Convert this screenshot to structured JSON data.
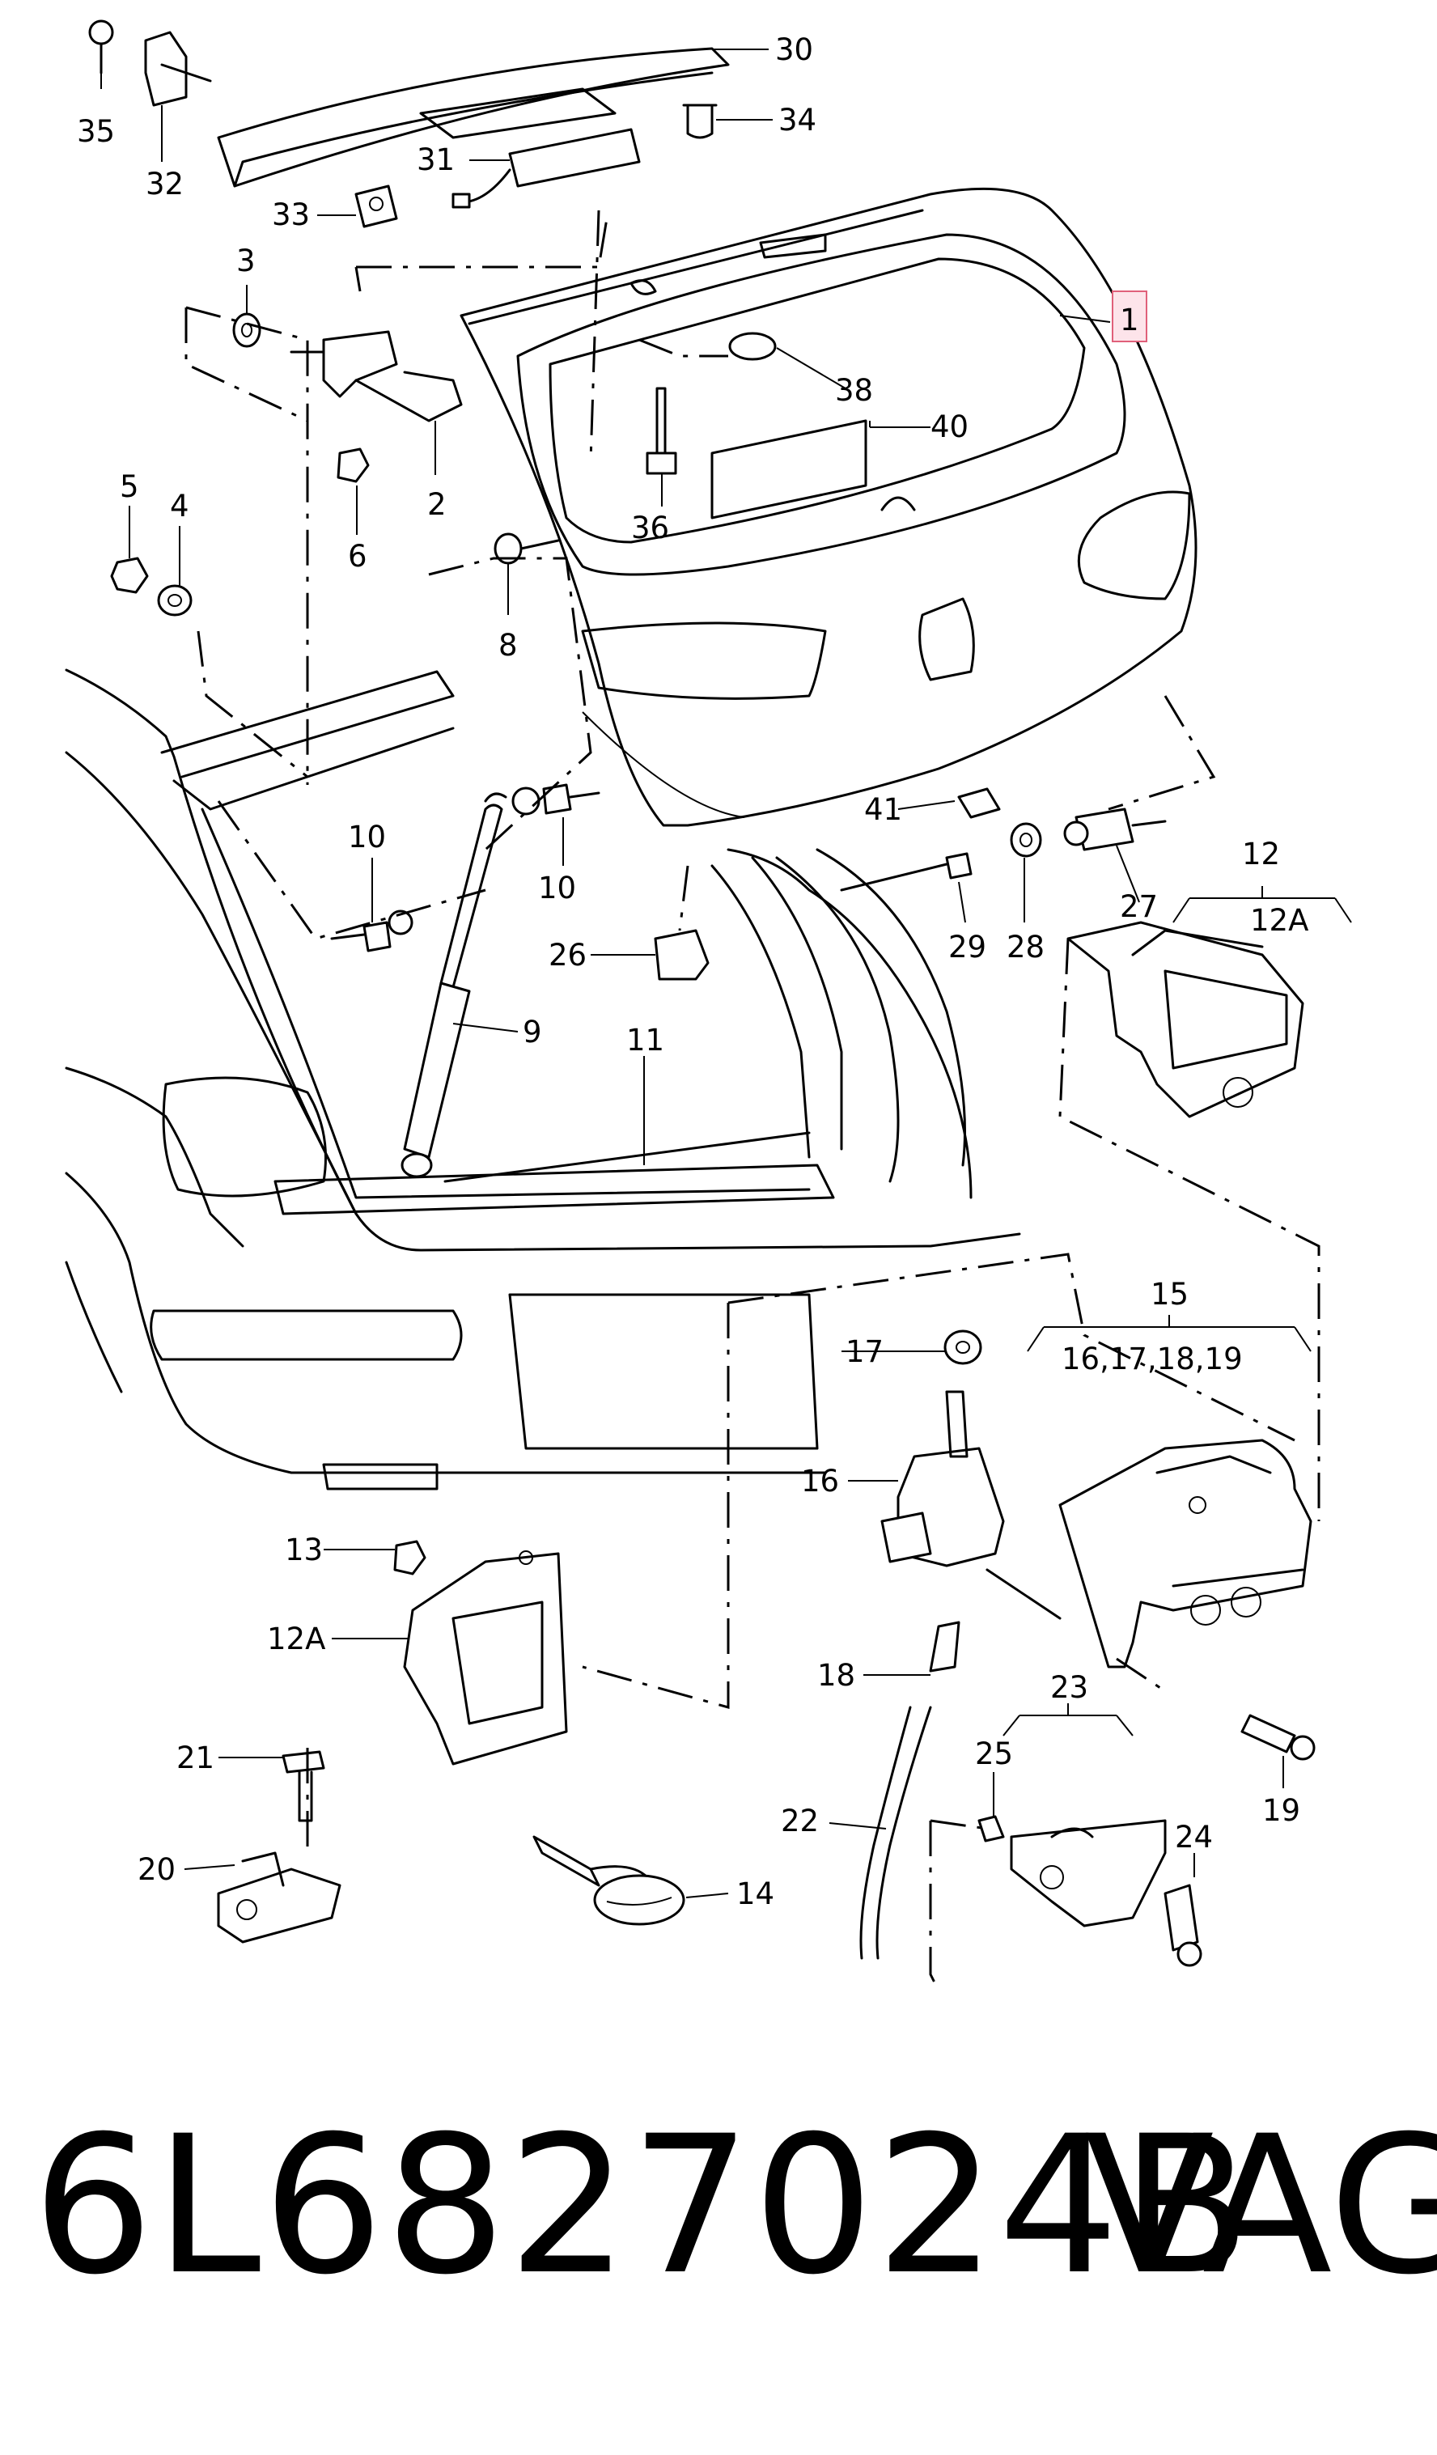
{
  "caption": {
    "part_number": "6L6827024B",
    "brand": "VAG"
  },
  "callouts": [
    {
      "id": "c30",
      "text": "30"
    },
    {
      "id": "c35",
      "text": "35"
    },
    {
      "id": "c32",
      "text": "32"
    },
    {
      "id": "c34",
      "text": "34"
    },
    {
      "id": "c31",
      "text": "31"
    },
    {
      "id": "c33",
      "text": "33"
    },
    {
      "id": "c1",
      "text": "1"
    },
    {
      "id": "c3",
      "text": "3"
    },
    {
      "id": "c38",
      "text": "38"
    },
    {
      "id": "c40",
      "text": "40"
    },
    {
      "id": "c2",
      "text": "2"
    },
    {
      "id": "c5",
      "text": "5"
    },
    {
      "id": "c4",
      "text": "4"
    },
    {
      "id": "c6",
      "text": "6"
    },
    {
      "id": "c36",
      "text": "36"
    },
    {
      "id": "c8",
      "text": "8"
    },
    {
      "id": "c10a",
      "text": "10"
    },
    {
      "id": "c10b",
      "text": "10"
    },
    {
      "id": "c41",
      "text": "41"
    },
    {
      "id": "c12",
      "text": "12"
    },
    {
      "id": "c12A_top",
      "text": "12A"
    },
    {
      "id": "c27",
      "text": "27"
    },
    {
      "id": "c29",
      "text": "29"
    },
    {
      "id": "c28",
      "text": "28"
    },
    {
      "id": "c26",
      "text": "26"
    },
    {
      "id": "c9",
      "text": "9"
    },
    {
      "id": "c11",
      "text": "11"
    },
    {
      "id": "c15",
      "text": "15"
    },
    {
      "id": "c15sub",
      "text": "16,17,18,19"
    },
    {
      "id": "c17",
      "text": "17"
    },
    {
      "id": "c16",
      "text": "16"
    },
    {
      "id": "c13",
      "text": "13"
    },
    {
      "id": "c12A",
      "text": "12A"
    },
    {
      "id": "c18",
      "text": "18"
    },
    {
      "id": "c23",
      "text": "23"
    },
    {
      "id": "c25",
      "text": "25"
    },
    {
      "id": "c19",
      "text": "19"
    },
    {
      "id": "c21",
      "text": "21"
    },
    {
      "id": "c22",
      "text": "22"
    },
    {
      "id": "c24",
      "text": "24"
    },
    {
      "id": "c20",
      "text": "20"
    },
    {
      "id": "c14",
      "text": "14"
    }
  ]
}
